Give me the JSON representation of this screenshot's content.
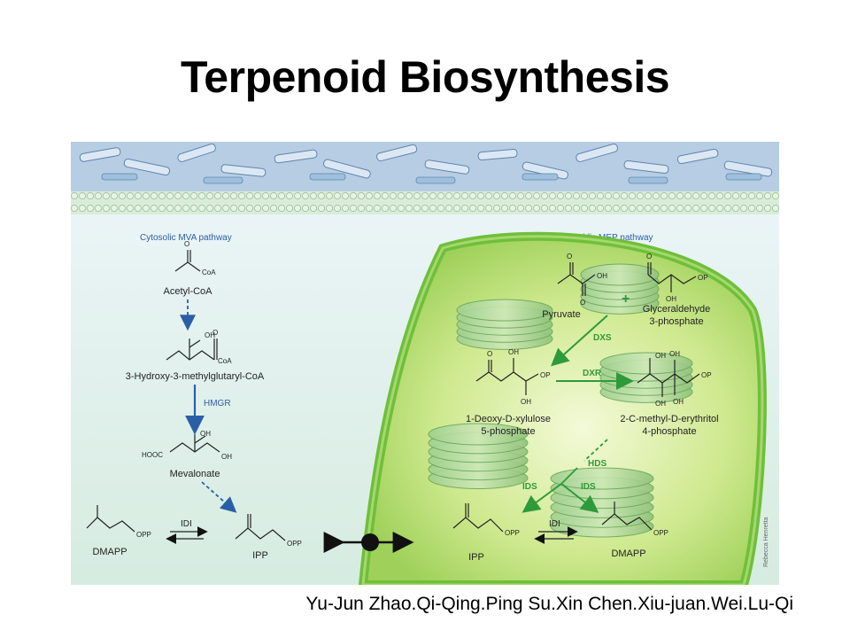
{
  "title": "Terpenoid Biosynthesis",
  "credit": "Yu-Jun Zhao.Qi-Qing.Ping Su.Xin Chen.Xiu-juan.Wei.Lu-Qi",
  "artist_credit": "Rebecca Henretta",
  "colors": {
    "background": "#dff0e6",
    "membrane_light": "#c8dcef",
    "membrane_dark": "#6a8fb8",
    "plastid_fill": "#b9e07a",
    "plastid_edge": "#6fbf3a",
    "mva_arrow": "#2b5fa5",
    "mep_arrow": "#2f9a3a"
  },
  "mva": {
    "label": "Cytosolic MVA pathway",
    "acetyl_coa": "Acetyl-CoA",
    "hmg_coa": "3-Hydroxy-3-methylglutaryl-CoA",
    "hmgr": "HMGR",
    "mevalonate": "Mevalonate",
    "dmapp": "DMAPP",
    "ipp": "IPP",
    "idi": "IDI",
    "coa": "CoA",
    "oh": "OH",
    "o": "O",
    "hooc": "HOOC",
    "opp": "OPP"
  },
  "mep": {
    "label": "Plastidic MEP pathway",
    "pyruvate": "Pyruvate",
    "g3p_line1": "Glyceraldehyde",
    "g3p_line2": "3-phosphate",
    "dxs": "DXS",
    "dxr": "DXR",
    "dxp_line1": "1-Deoxy-D-xylulose",
    "dxp_line2": "5-phosphate",
    "mep_line1": "2-C-methyl-D-erythritol",
    "mep_line2": "4-phosphate",
    "hds": "HDS",
    "ids_left": "IDS",
    "ids_right": "IDS",
    "ipp": "IPP",
    "dmapp": "DMAPP",
    "idi": "IDI",
    "plus": "+",
    "o": "O",
    "oh": "OH",
    "op": "OP",
    "opp": "OPP"
  }
}
